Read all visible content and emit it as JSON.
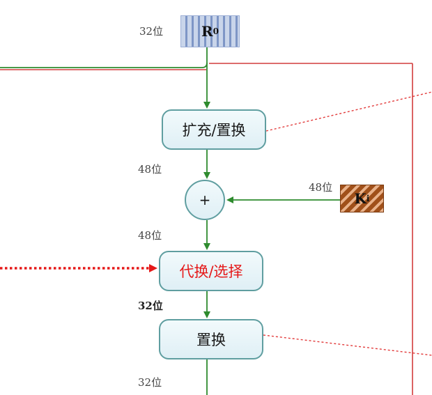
{
  "nodes": {
    "r0": {
      "main": "R",
      "sub": "0"
    },
    "ki": {
      "main": "K",
      "sub": "i"
    },
    "expand_permute": "扩充/置换",
    "xor": "+",
    "substitute_select": "代换/选择",
    "permute": "置换"
  },
  "bit_labels": {
    "r0_width": "32位",
    "after_expand": "48位",
    "key_width": "48位",
    "after_xor": "48位",
    "after_sbox": "32位",
    "after_perm": "32位"
  },
  "colors": {
    "flow_arrow": "#2e8b2e",
    "dashed_link": "#e23b3b",
    "frame_line": "#d23c3c",
    "node_border": "#5f9ea0",
    "sbox_text": "#e51919"
  }
}
